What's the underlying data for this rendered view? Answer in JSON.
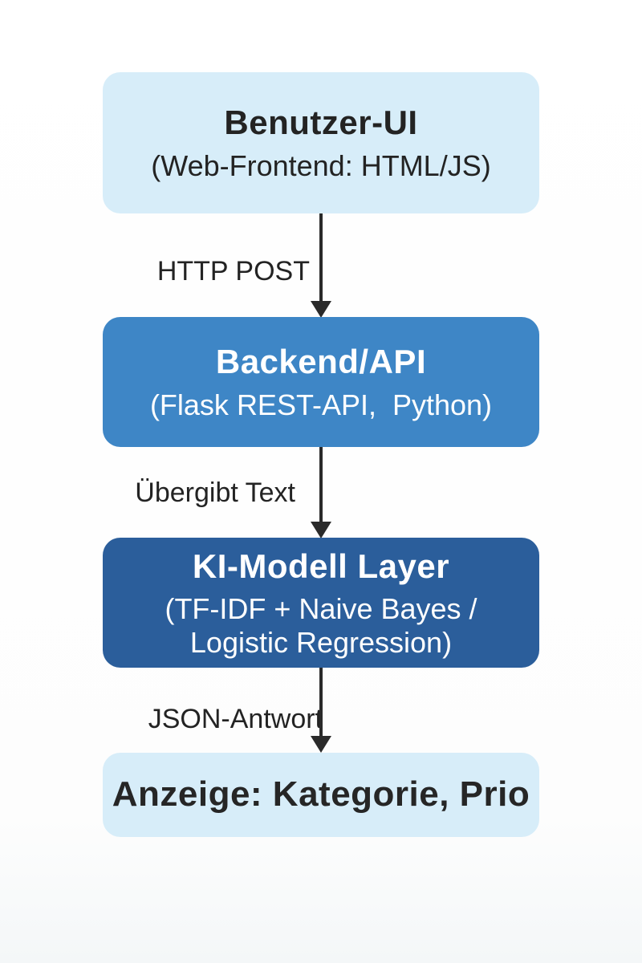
{
  "diagram": {
    "type": "flowchart-vertical",
    "arrow_color": "#2a2a2a",
    "colors": {
      "light_node_bg": "#d7edf9",
      "medium_node_bg": "#3e86c6",
      "dark_node_bg": "#2b5e9b",
      "dark_text": "#232323",
      "light_text": "#ffffff"
    },
    "nodes": [
      {
        "id": "benutzer-ui",
        "title": "Benutzer-UI",
        "subtitle": "(Web-Frontend: HTML/JS)"
      },
      {
        "id": "backend-api",
        "title": "Backend/API",
        "subtitle": "(Flask REST-API,  Python)"
      },
      {
        "id": "ki-modell-layer",
        "title": "KI-Modell Layer",
        "subtitle": "(TF-IDF + Naive Bayes /\nLogistic Regression)"
      },
      {
        "id": "anzeige",
        "title": "Anzeige: Kategorie, Prio",
        "subtitle": ""
      }
    ],
    "edges": [
      {
        "from": "benutzer-ui",
        "to": "backend-api",
        "label": "HTTP POST"
      },
      {
        "from": "backend-api",
        "to": "ki-modell-layer",
        "label": "Übergibt Text"
      },
      {
        "from": "ki-modell-layer",
        "to": "anzeige",
        "label": "JSON-Antwort"
      }
    ]
  }
}
